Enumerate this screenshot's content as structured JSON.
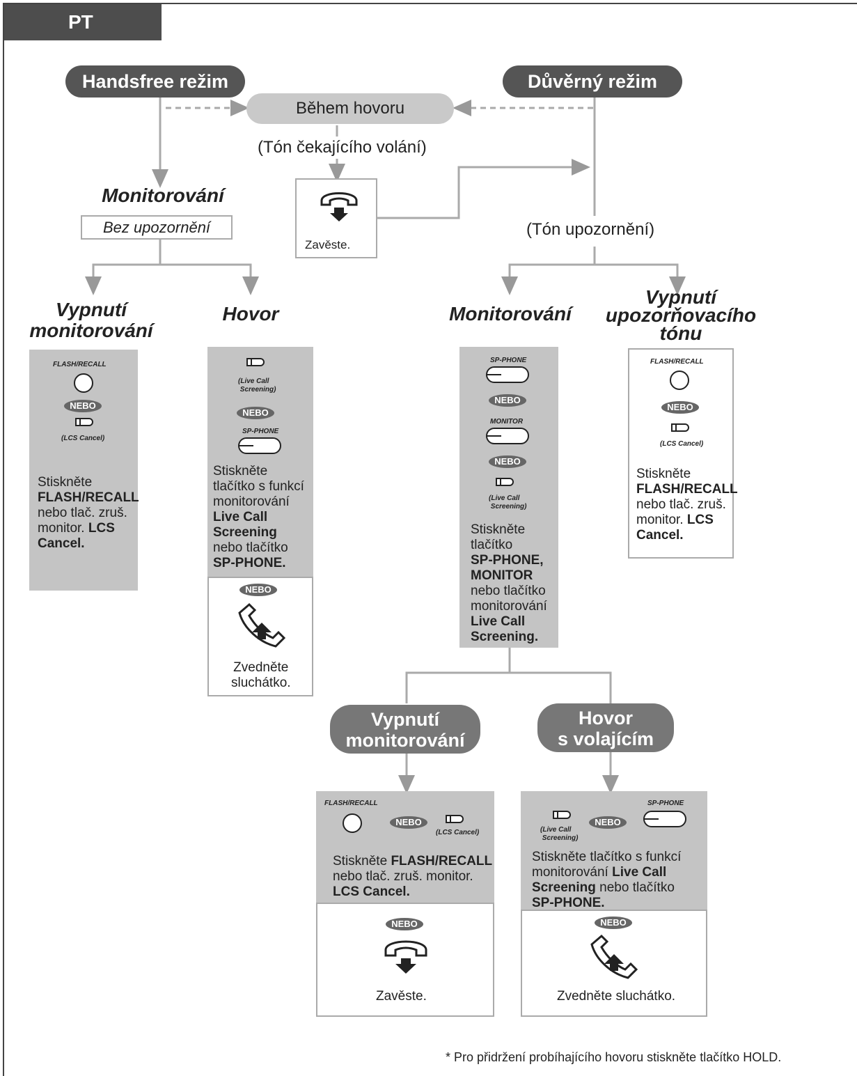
{
  "tab": "PT",
  "handsfree_mode": "Handsfree režim",
  "private_mode": "Důvěrný režim",
  "during_call": "Během hovoru",
  "call_waiting_tone": "(Tón čekajícího volání)",
  "alert_tone": "(Tón upozornění)",
  "hang_up": "Zavěste.",
  "monitoring": "Monitorování",
  "no_alert": "Bez upozornění",
  "stop_monitoring_l1": "Vypnutí",
  "stop_monitoring_l2": "monitorování",
  "call": "Hovor",
  "stop_alert_l1": "Vypnutí",
  "stop_alert_l2": "upozorňovacího",
  "stop_alert_l3": "tónu",
  "flash_recall": "FLASH/RECALL",
  "nebo": "NEBO",
  "lcs_cancel_paren": "(LCS Cancel)",
  "press": "Stiskněte",
  "flash_recall_bold": "FLASH/RECALL",
  "or_cancel_mon": "nebo tlač. zruš.",
  "monitor_word": "monitor.",
  "lcs": "LCS",
  "cancel_dot": "Cancel.",
  "live_call": "(Live Call",
  "screening_paren": "Screening)",
  "sp_phone": "SP-PHONE",
  "button_with_func": "tlačítko s funkcí",
  "monitoring_lc": "monitorování",
  "live_call_b": "Live Call",
  "screening_b": "Screening",
  "or_button": "nebo tlačítko",
  "sp_phone_dot": "SP-PHONE.",
  "pick_up_l1": "Zvedněte",
  "pick_up_l2": "sluchátko.",
  "monitor": "MONITOR",
  "button_word": "tlačítko",
  "sp_phone_comma": "SP-PHONE,",
  "or_button_lc": "nebo tlačítko",
  "screening_dot": "Screening.",
  "talk_caller_l1": "Hovor",
  "talk_caller_l2": "s volajícím",
  "or_cancel_mon_full": "nebo tlač. zruš. monitor.",
  "lcs_cancel_dot": "LCS Cancel.",
  "press_button_with_func": "Stiskněte tlačítko s funkcí",
  "pick_up_full": "Zvedněte sluchátko.",
  "footnote": "* Pro přidržení probíhajícího hovoru stiskněte tlačítko HOLD."
}
